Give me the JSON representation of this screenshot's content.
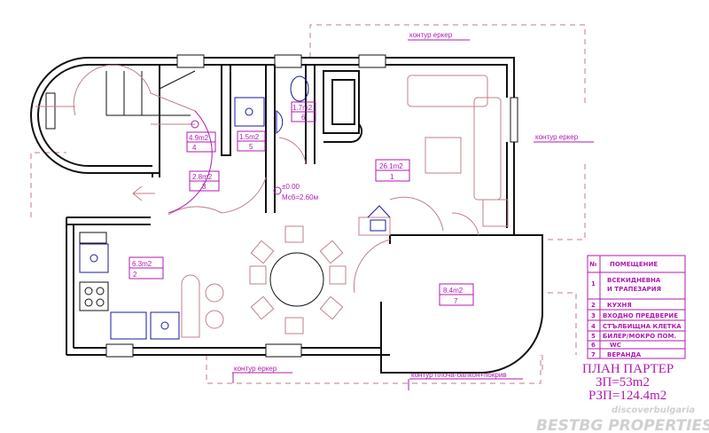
{
  "contours": {
    "top": "контур еркер",
    "right": "контур еркер",
    "bottom_left": "контур еркер",
    "bottom_right": "контур плоча-балкон+покрив"
  },
  "level": {
    "zero": "±0.00",
    "height": "Мсб=2.60м"
  },
  "rooms": [
    {
      "area": "26.1m2",
      "num": "1"
    },
    {
      "area": "6.3m2",
      "num": "2"
    },
    {
      "area": "2.8m2",
      "num": "3"
    },
    {
      "area": "4.9m2",
      "num": "4"
    },
    {
      "area": "1.5m2",
      "num": "5"
    },
    {
      "area": "1.7m2",
      "num": "6"
    },
    {
      "area": "8.4m2",
      "num": "7"
    }
  ],
  "legend": {
    "header_num": "№",
    "header_name": "ПОМЕЩЕНИЕ",
    "rows": [
      {
        "num": "1",
        "name": "ВСЕКИДНЕВНА",
        "name2": "И ТРАПЕЗАРИЯ"
      },
      {
        "num": "2",
        "name": "КУХНЯ"
      },
      {
        "num": "3",
        "name": "ВХОДНО ПРЕДВЕРИЕ"
      },
      {
        "num": "4",
        "name": "СТЪЛБИЩНА КЛЕТКА"
      },
      {
        "num": "5",
        "name": "БИЛЕР/МОКРО ПОМ."
      },
      {
        "num": "6",
        "name": "WC"
      },
      {
        "num": "7",
        "name": "ВЕРАНДА"
      }
    ]
  },
  "title": {
    "main": "ПЛАН ПАРТЕР",
    "zp": "ЗП=53m2",
    "rzp": "РЗП=124.4m2"
  },
  "watermark": {
    "line1": "discoverbulgaria",
    "line2": "BESTBG PROPERTIES"
  }
}
